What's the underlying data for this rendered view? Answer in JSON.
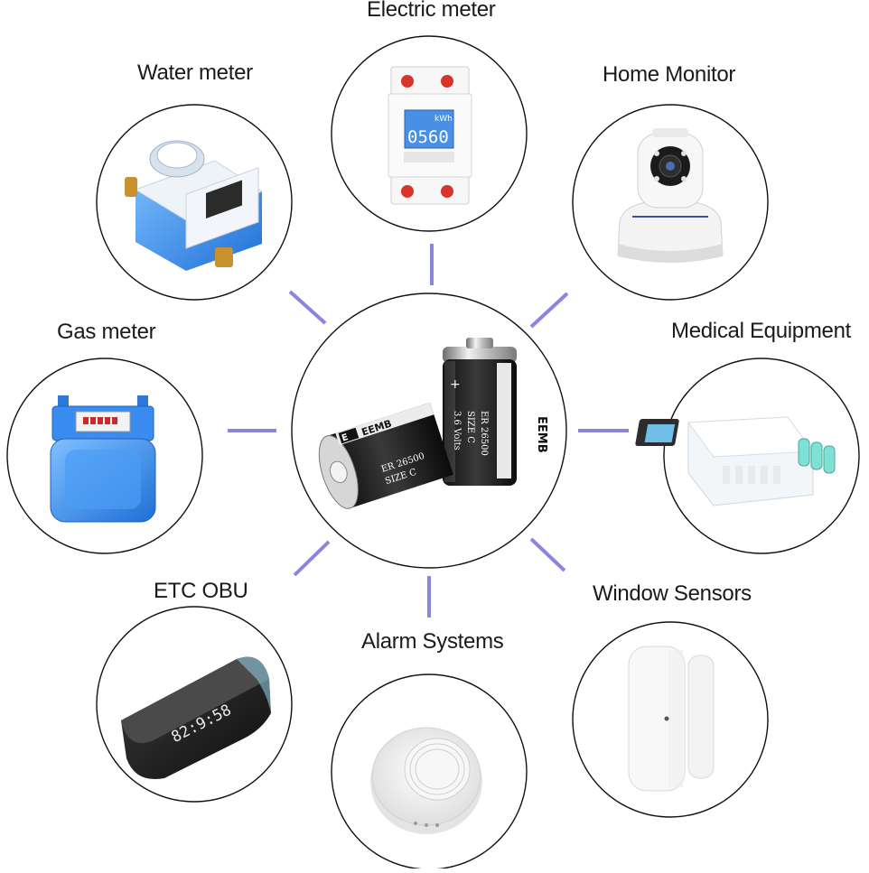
{
  "center": {
    "brand": "EEMB",
    "battery_model": "ER 26500",
    "battery_size": "SIZE C",
    "battery_voltage": "3.6 Volts",
    "polarity_plus": "+"
  },
  "devices": [
    {
      "name": "water-meter",
      "label": "Water meter",
      "icon": "water-meter-icon"
    },
    {
      "name": "electric-meter",
      "label": "Electric meter",
      "icon": "electric-meter-icon",
      "display": "0560",
      "unit": "kWh"
    },
    {
      "name": "home-monitor",
      "label": "Home Monitor",
      "icon": "camera-icon"
    },
    {
      "name": "gas-meter",
      "label": "Gas meter",
      "icon": "gas-meter-icon"
    },
    {
      "name": "medical-equipment",
      "label": "Medical Equipment",
      "icon": "medical-device-icon"
    },
    {
      "name": "etc-obu",
      "label": "ETC OBU",
      "icon": "obu-icon",
      "display": "82:9:58"
    },
    {
      "name": "alarm-systems",
      "label": "Alarm Systems",
      "icon": "smoke-alarm-icon"
    },
    {
      "name": "window-sensors",
      "label": "Window Sensors",
      "icon": "window-sensor-icon"
    }
  ],
  "colors": {
    "connector": "#8a85e0",
    "circle_stroke": "#111111",
    "text": "#1a1a1a"
  }
}
